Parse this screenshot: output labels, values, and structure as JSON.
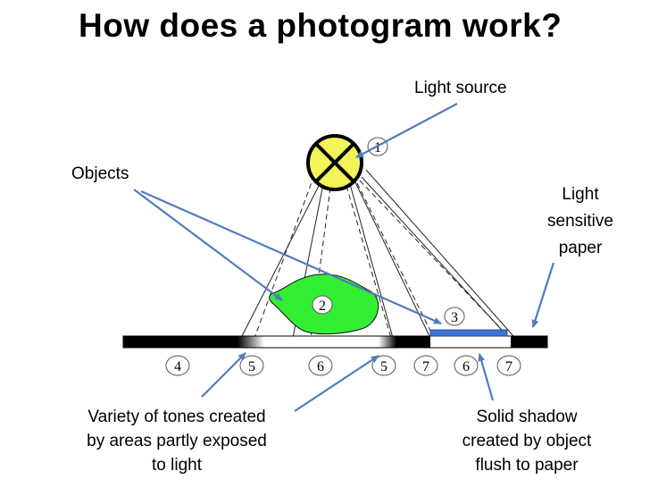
{
  "title": "How does a photogram work?",
  "labels": {
    "light_source": "Light source",
    "objects": "Objects",
    "light_sensitive_paper": [
      "Light",
      "sensitive",
      "paper"
    ],
    "variety_of_tones": [
      "Variety of tones created",
      "by areas partly exposed",
      "to light"
    ],
    "solid_shadow": [
      "Solid shadow",
      "created by object",
      "flush to paper"
    ]
  },
  "markers": {
    "m1": "1",
    "m2": "2",
    "m3": "3",
    "b4": "4",
    "b5a": "5",
    "b6a": "6",
    "b5b": "5",
    "b7a": "7",
    "b6b": "6",
    "b7b": "7"
  },
  "colors": {
    "lamp_fill": "#f3f35a",
    "object_fill": "#33ee33",
    "flat_object": "#3a74d8",
    "arrow": "#4f7bbf",
    "paper_black": "#000000"
  }
}
